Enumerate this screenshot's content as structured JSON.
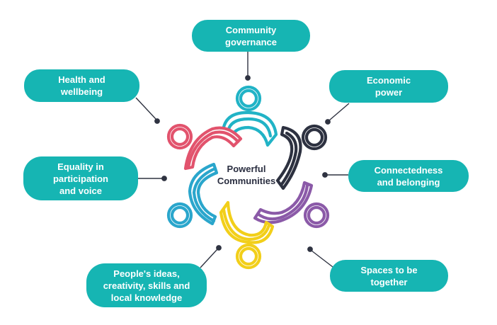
{
  "center": {
    "label": "Powerful\nCommunities"
  },
  "nodes": {
    "governance": "Community\ngovernance",
    "economic": "Economic\npower",
    "connectedness": "Connectedness\nand belonging",
    "spaces": "Spaces to be\ntogether",
    "peoples": "People's ideas,\ncreativity, skills and\nlocal knowledge",
    "equality": "Equality in\nparticipation\nand voice",
    "health": "Health and\nwellbeing"
  },
  "colors": {
    "pill": "#16b5b3",
    "connector": "#2f3341",
    "figure_teal": "#21b3c6",
    "figure_dark": "#2d3140",
    "figure_purple": "#8b5aa8",
    "figure_yellow": "#f2cf1a",
    "figure_blue": "#2aa6cc",
    "figure_pink": "#e2536d"
  },
  "icon": "people-circle-icon"
}
